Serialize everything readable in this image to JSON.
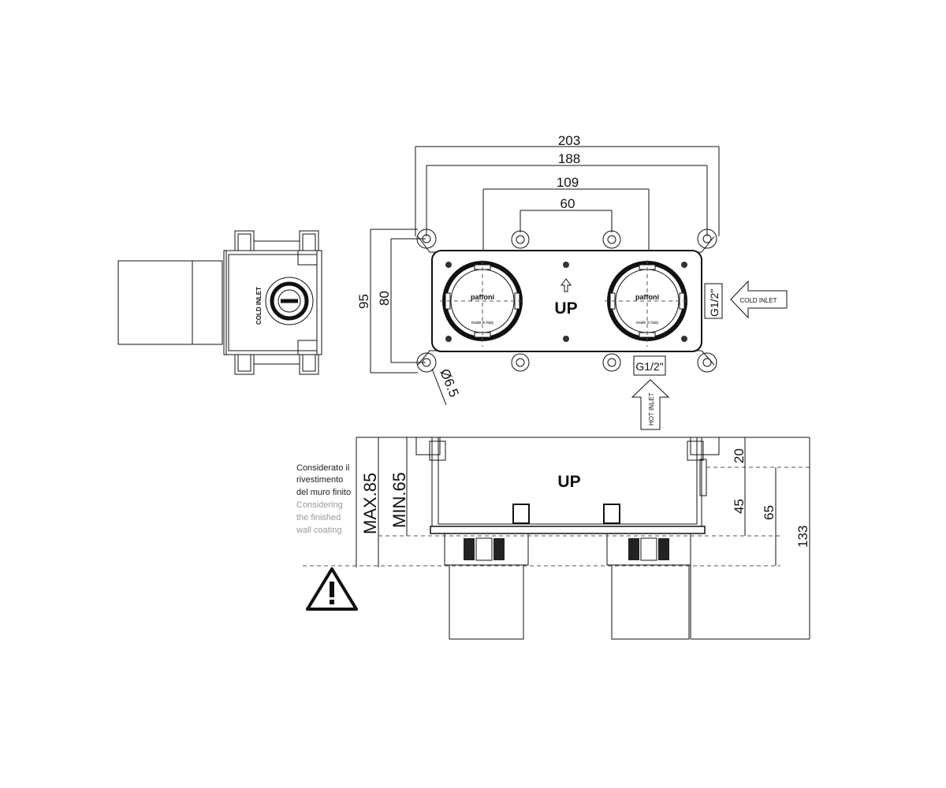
{
  "dimensions": {
    "width_total": "203",
    "width_mount": "188",
    "valve_spacing": "109",
    "inner_spacing": "60",
    "height_total": "95",
    "height_mount": "80",
    "hole_diameter": "Ø6.5",
    "thread_side": "G1/2\"",
    "thread_bottom": "G1/2\"",
    "depth_top": "20",
    "depth_45": "45",
    "depth_65": "65",
    "depth_133": "133",
    "min_depth": "MIN.65",
    "max_depth": "MAX.85"
  },
  "labels": {
    "cold_inlet": "COLD INLET",
    "hot_inlet": "HOT INLET",
    "side_cold_inlet": "COLD INLET",
    "up_front": "UP",
    "up_section": "UP",
    "brand_left": "paffoni",
    "brand_right": "paffoni",
    "made_in_left": "made in Italy",
    "made_in_right": "made in Italy"
  },
  "note": {
    "it_line1": "Considerato il",
    "it_line2": "rivestimento",
    "it_line3": "del muro finito",
    "en_line1": "Considering",
    "en_line2": "the finished",
    "en_line3": "wall coating"
  },
  "icons": [
    "warning-triangle-icon",
    "arrow-up-icon",
    "inlet-arrow-icon"
  ],
  "colors": {
    "line": "#111111",
    "note_grey": "#9a9a9a",
    "background": "#ffffff"
  }
}
